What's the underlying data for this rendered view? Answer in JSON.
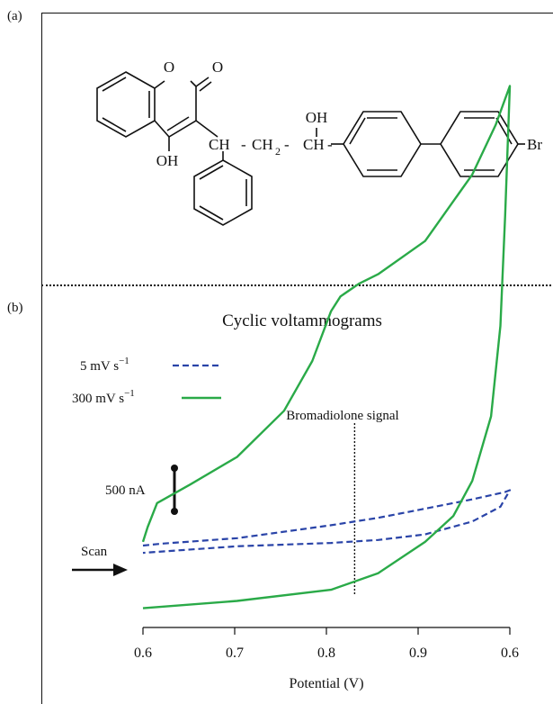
{
  "panels": {
    "a_label": "(a)",
    "b_label": "(b)"
  },
  "structure": {
    "atoms": {
      "ring_o": "O",
      "carbonyl_o": "O",
      "hydroxyl_4": "OH",
      "hydroxyl_chain": "OH",
      "bromine": "Br"
    },
    "chain": {
      "ch_1": "CH",
      "ch2": "CH",
      "ch2_sub": "2",
      "ch_2": "CH"
    }
  },
  "chart_data": {
    "type": "line",
    "title": "Cyclic voltammograms",
    "xlabel": "Potential (V)",
    "ylabel": "",
    "x_ticks": [
      "0.6",
      "0.7",
      "0.8",
      "0.9",
      "0.6"
    ],
    "xlim": [
      0.6,
      0.6
    ],
    "grid": false,
    "legend_placement": "top-left",
    "legend": [
      {
        "name": "5 mV s−1",
        "text": "5 mV s",
        "sup": "−1",
        "style": "dashed",
        "color": "#2a44a8"
      },
      {
        "name": "300 mV s−1",
        "text": "300 mV s",
        "sup": "−1",
        "style": "solid",
        "color": "#2aaa48"
      }
    ],
    "scale_bar_label": "500 nA",
    "scan_label": "Scan",
    "annotation": "Bromadiolone signal",
    "annotation_x": 0.825,
    "series": [
      {
        "name": "5 mV s−1",
        "color": "#2a44a8",
        "style": "dashed",
        "unit": "nA (relative)",
        "points": [
          [
            0.6,
            5
          ],
          [
            0.62,
            10
          ],
          [
            0.7,
            25
          ],
          [
            0.8,
            60
          ],
          [
            0.85,
            80
          ],
          [
            0.9,
            105
          ],
          [
            0.95,
            130
          ],
          [
            0.985,
            150
          ],
          [
            0.99,
            155
          ],
          [
            0.98,
            110
          ],
          [
            0.95,
            70
          ],
          [
            0.9,
            35
          ],
          [
            0.85,
            20
          ],
          [
            0.8,
            12
          ],
          [
            0.7,
            3
          ],
          [
            0.6,
            -15
          ]
        ]
      },
      {
        "name": "300 mV s−1",
        "color": "#2aaa48",
        "style": "solid",
        "unit": "nA (relative)",
        "points": [
          [
            0.6,
            15
          ],
          [
            0.605,
            55
          ],
          [
            0.615,
            120
          ],
          [
            0.65,
            170
          ],
          [
            0.7,
            245
          ],
          [
            0.75,
            370
          ],
          [
            0.78,
            505
          ],
          [
            0.8,
            640
          ],
          [
            0.81,
            680
          ],
          [
            0.83,
            715
          ],
          [
            0.85,
            740
          ],
          [
            0.9,
            830
          ],
          [
            0.95,
            1010
          ],
          [
            0.975,
            1145
          ],
          [
            0.99,
            1250
          ],
          [
            0.985,
            900
          ],
          [
            0.98,
            600
          ],
          [
            0.97,
            355
          ],
          [
            0.95,
            180
          ],
          [
            0.93,
            85
          ],
          [
            0.9,
            15
          ],
          [
            0.85,
            -70
          ],
          [
            0.8,
            -115
          ],
          [
            0.7,
            -145
          ],
          [
            0.6,
            -165
          ]
        ]
      }
    ]
  }
}
